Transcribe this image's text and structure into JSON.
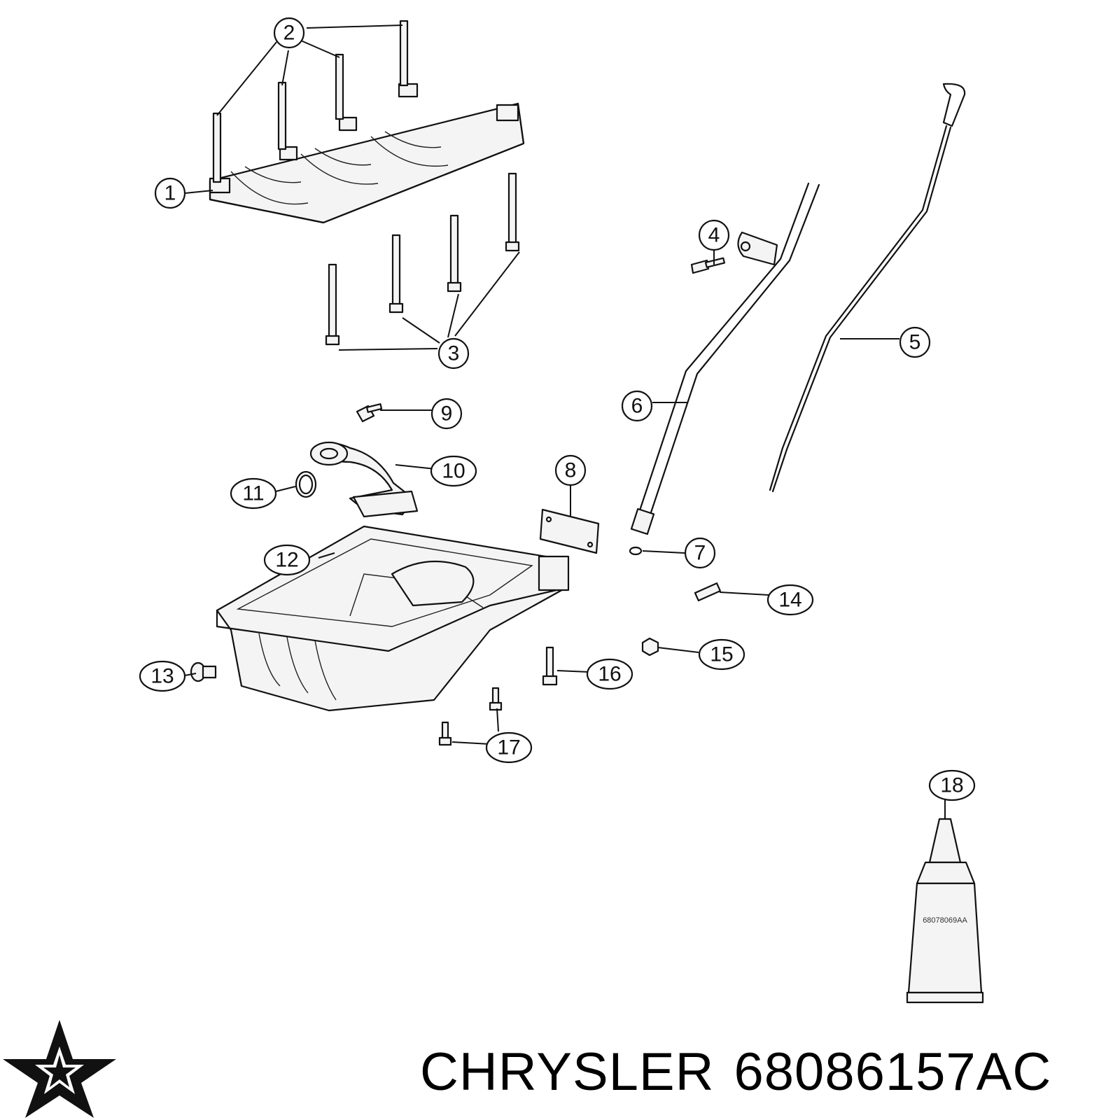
{
  "diagram": {
    "callouts": [
      {
        "id": "1",
        "label": "1"
      },
      {
        "id": "2",
        "label": "2"
      },
      {
        "id": "3",
        "label": "3"
      },
      {
        "id": "4",
        "label": "4"
      },
      {
        "id": "5",
        "label": "5"
      },
      {
        "id": "6",
        "label": "6"
      },
      {
        "id": "7",
        "label": "7"
      },
      {
        "id": "8",
        "label": "8"
      },
      {
        "id": "9",
        "label": "9"
      },
      {
        "id": "10",
        "label": "10"
      },
      {
        "id": "11",
        "label": "11"
      },
      {
        "id": "12",
        "label": "12"
      },
      {
        "id": "13",
        "label": "13"
      },
      {
        "id": "14",
        "label": "14"
      },
      {
        "id": "15",
        "label": "15"
      },
      {
        "id": "16",
        "label": "16"
      },
      {
        "id": "17",
        "label": "17"
      },
      {
        "id": "18",
        "label": "18"
      }
    ],
    "sealant_tube_label": "68078069AA"
  },
  "footer": {
    "brand": "CHRYSLER",
    "part_number": "68086157AC",
    "logo_icon": "chrysler-pentastar-icon"
  }
}
